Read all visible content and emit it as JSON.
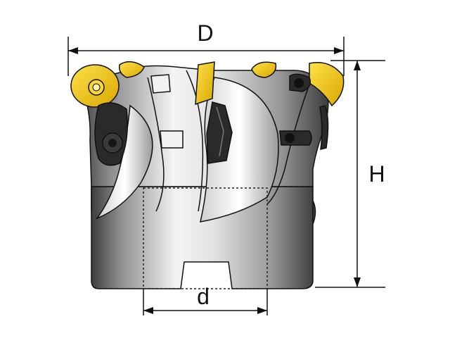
{
  "labels": {
    "diameter": "D",
    "height": "H",
    "bore": "d"
  },
  "colors": {
    "body_light": "#f2f2f2",
    "body_mid": "#a9a9a9",
    "body_dark": "#4a4a4a",
    "insert": "#f2c200",
    "insert_edge": "#8a6d00",
    "clamp": "#2a2a2a",
    "line": "#111111"
  }
}
